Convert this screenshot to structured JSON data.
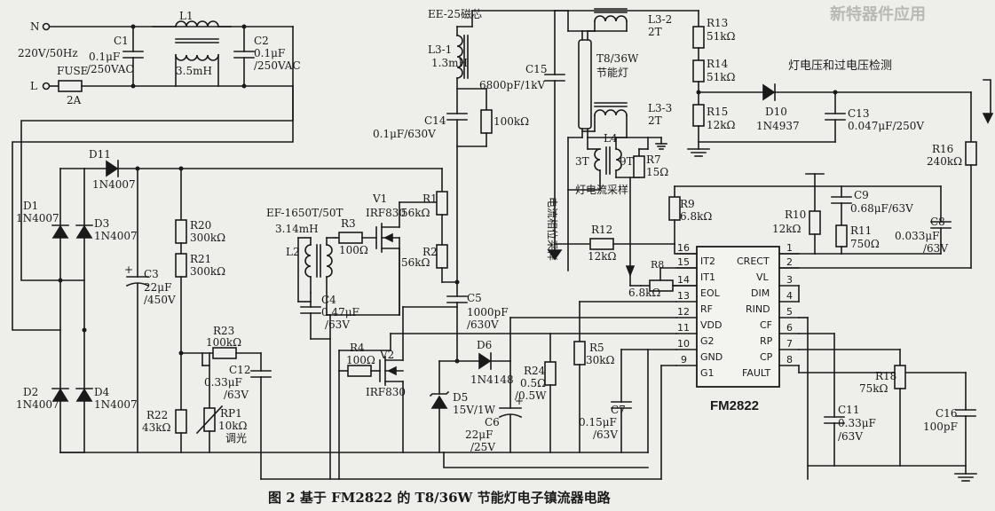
{
  "caption": "图 2 基于 FM2822 的 T8/36W 节能灯电子镇流器电路",
  "header_text": "新特器件应用",
  "input": {
    "n": "N",
    "l": "L",
    "supply": "220V/50Hz",
    "fuse": "FUSE",
    "fuse_val": "2A"
  },
  "components": {
    "C1": "C1",
    "C1_v": "0.1μF",
    "C1_v2": "/250VAC",
    "L1": "L1",
    "L1_v": "3.5mH",
    "C2": "C2",
    "C2_v": "0.1μF",
    "C2_v2": "/250VAC",
    "D1": "D1",
    "D1_v": "1N4007",
    "D2": "D2",
    "D2_v": "1N4007",
    "D3": "D3",
    "D3_v": "1N4007",
    "D4": "D4",
    "D4_v": "1N4007",
    "D11": "D11",
    "D11_v": "1N4007",
    "C3": "C3",
    "C3_v": "22μF",
    "C3_v2": "/450V",
    "R20": "R20",
    "R20_v": "300kΩ",
    "R21": "R21",
    "R21_v": "300kΩ",
    "R23": "R23",
    "R23_v": "100kΩ",
    "C12": "C12",
    "C12_v": "0.33μF",
    "C12_v2": "/63V",
    "R22": "R22",
    "R22_v": "43kΩ",
    "RP1": "RP1",
    "RP1_v": "10kΩ",
    "RP1_v2": "调光",
    "L2_core": "EF-1650T/50T",
    "L2_ind": "3.14mH",
    "L2": "L2",
    "R3": "R3",
    "R3_v": "100Ω",
    "C4": "C4",
    "C4_v": "0.47μF",
    "C4_v2": "/63V",
    "V1": "V1",
    "V1_v": "IRF830",
    "V2": "V2",
    "V2_v": "IRF830",
    "R4": "R4",
    "R4_v": "100Ω",
    "R1": "R1",
    "R1_v": "56kΩ",
    "R2": "R2",
    "R2_v": "56kΩ",
    "D5": "D5",
    "D5_v": "15V/1W",
    "D6": "D6",
    "D6_v": "1N4148",
    "C5": "C5",
    "C5_v": "1000pF",
    "C5_v2": "/630V",
    "C6": "C6",
    "C6_v": "22μF",
    "C6_v2": "/25V",
    "L31_core": "EE-25磁芯",
    "L31": "L3-1",
    "L31_v": "1.3mH",
    "C14": "C14",
    "C14_v": "0.1μF/630V",
    "R_100k": "100kΩ",
    "C15": "C15",
    "C15_v": "6800pF/1kV",
    "lamp_type": "T8/36W",
    "lamp_name": "节能灯",
    "L32": "L3-2",
    "L32_t": "2T",
    "L33": "L3-3",
    "L33_t": "2T",
    "L4": "L4",
    "L4_a": "3T",
    "L4_b": "9T",
    "R7": "R7",
    "R7_v": "15Ω",
    "lamp_current": "灯电流采样",
    "phase_sample": "电流相位采样",
    "R13": "R13",
    "R13_v": "51kΩ",
    "R14": "R14",
    "R14_v": "51kΩ",
    "R15": "R15",
    "R15_v": "12kΩ",
    "D10": "D10",
    "D10_v": "1N4937",
    "C13": "C13",
    "C13_v": "0.047μF/250V",
    "detect": "灯电压和过电压检测",
    "R16": "R16",
    "R16_v": "240kΩ",
    "R9": "R9",
    "R9_v": "6.8kΩ",
    "R12": "R12",
    "R12_v": "12kΩ",
    "R8": "R8",
    "R8_v": "6.8kΩ",
    "R10": "R10",
    "R10_v": "12kΩ",
    "C9": "C9",
    "C9_v": "0.68μF/63V",
    "R11": "R11",
    "R11_v": "750Ω",
    "C8": "C8",
    "C8_v": "0.033μF",
    "C8_v2": "/63V",
    "R5": "R5",
    "R5_v": "30kΩ",
    "R24": "R24",
    "R24_v": "0.5Ω",
    "R24_v2": "/0.5W",
    "C7": "C7",
    "C7_v": "0.15μF",
    "C7_v2": "/63V",
    "C11": "C11",
    "C11_v": "0.33μF",
    "C11_v2": "/63V",
    "R18": "R18",
    "R18_v": "75kΩ",
    "C16": "C16",
    "C16_v": "100pF"
  },
  "chip": {
    "name": "FM2822",
    "left_pins": [
      {
        "num": "16",
        "label": "IT2"
      },
      {
        "num": "15",
        "label": "IT1"
      },
      {
        "num": "14",
        "label": "EOL"
      },
      {
        "num": "13",
        "label": "RF"
      },
      {
        "num": "12",
        "label": "VDD"
      },
      {
        "num": "11",
        "label": "G2"
      },
      {
        "num": "10",
        "label": "GND"
      },
      {
        "num": "9",
        "label": "G1"
      }
    ],
    "right_pins": [
      {
        "num": "1",
        "label": "CRECT"
      },
      {
        "num": "2",
        "label": "VL"
      },
      {
        "num": "3",
        "label": "DIM"
      },
      {
        "num": "4",
        "label": "RIND"
      },
      {
        "num": "5",
        "label": "CF"
      },
      {
        "num": "6",
        "label": "RP"
      },
      {
        "num": "7",
        "label": "CP"
      },
      {
        "num": "8",
        "label": "FAULT"
      }
    ]
  }
}
